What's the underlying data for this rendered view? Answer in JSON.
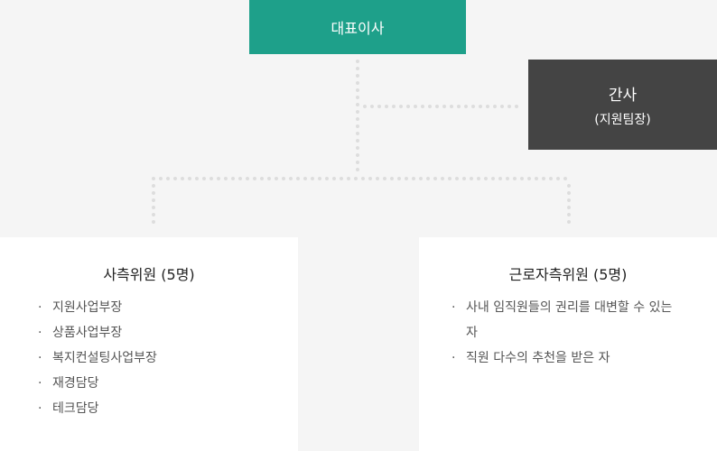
{
  "ceo": {
    "label": "대표이사"
  },
  "secretary": {
    "title": "간사",
    "subtitle": "(지원팀장)"
  },
  "company_members": {
    "title": "사측위원 (5명)",
    "items": [
      "지원사업부장",
      "상품사업부장",
      "복지컨설팅사업부장",
      "재경담당",
      "테크담당"
    ]
  },
  "worker_members": {
    "title": "근로자측위원 (5명)",
    "items": [
      "사내 임직원들의 권리를 대변할 수 있는 자",
      "직원 다수의 추천을 받은 자"
    ]
  },
  "colors": {
    "ceo_bg": "#1ea08a",
    "secretary_bg": "#444444",
    "connector": "#dddddd",
    "background": "#f5f5f5"
  }
}
